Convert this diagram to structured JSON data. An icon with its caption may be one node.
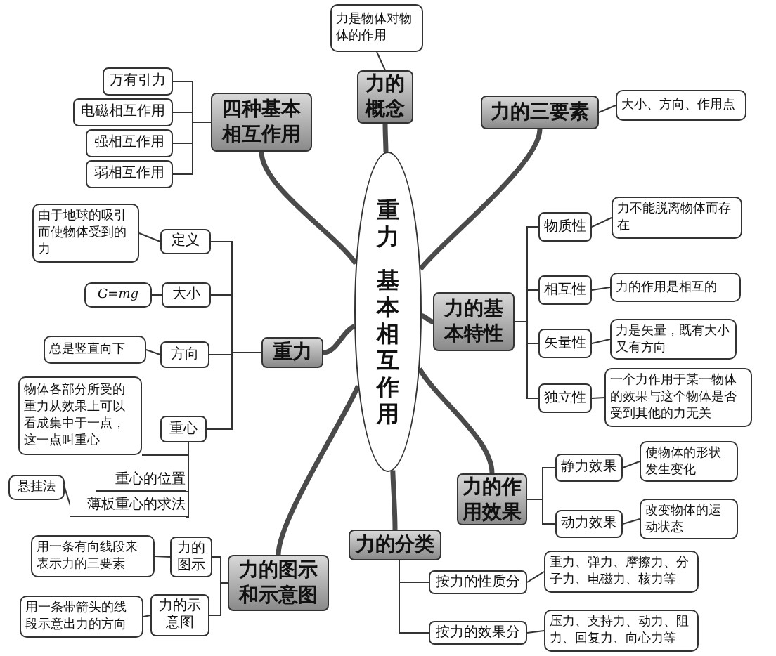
{
  "diagram": {
    "nodes": [
      {
        "text": [
          "重力",
          "基本相互作用"
        ]
      },
      {
        "text": [
          "力是物体对物体的作用"
        ]
      },
      {
        "text": [
          "力的概念"
        ]
      },
      {
        "text": [
          "四种基本相互作用"
        ]
      },
      {
        "text": [
          "万有引力"
        ]
      },
      {
        "text": [
          "电磁相互作用"
        ]
      },
      {
        "text": [
          "强相互作用"
        ]
      },
      {
        "text": [
          "弱相互作用"
        ]
      },
      {
        "text": [
          "力的三要素"
        ]
      },
      {
        "text": [
          "大小、方向、作用点"
        ]
      },
      {
        "text": [
          "定义"
        ]
      },
      {
        "text": [
          "由于地球的吸引而使物体受到的力"
        ]
      },
      {
        "text": [
          "大小"
        ]
      },
      {
        "text": [
          "G=mg"
        ]
      },
      {
        "text": [
          "方向"
        ]
      },
      {
        "text": [
          "总是竖直向下"
        ]
      },
      {
        "text": [
          "重力"
        ]
      },
      {
        "text": [
          "重心"
        ]
      },
      {
        "text": [
          "物体各部分所受的重力从效果上可以看成集中于一点，这一点叫重心"
        ]
      },
      {
        "text": [
          "重心的位置"
        ]
      },
      {
        "text": [
          "薄板重心的求法"
        ]
      },
      {
        "text": [
          "悬挂法"
        ]
      },
      {
        "text": [
          "力的基本特性"
        ]
      },
      {
        "text": [
          "物质性"
        ]
      },
      {
        "text": [
          "力不能脱离物体而存在"
        ]
      },
      {
        "text": [
          "相互性"
        ]
      },
      {
        "text": [
          "力的作用是相互的"
        ]
      },
      {
        "text": [
          "矢量性"
        ]
      },
      {
        "text": [
          "力是矢量，既有大小又有方向"
        ]
      },
      {
        "text": [
          "独立性"
        ]
      },
      {
        "text": [
          "一个力作用于某一物体的效果与这个物体是否受到其他的力无关"
        ]
      },
      {
        "text": [
          "力的作用效果"
        ]
      },
      {
        "text": [
          "静力效果"
        ]
      },
      {
        "text": [
          "使物体的形状发生变化"
        ]
      },
      {
        "text": [
          "动力效果"
        ]
      },
      {
        "text": [
          "改变物体的运动状态"
        ]
      },
      {
        "text": [
          "力的分类"
        ]
      },
      {
        "text": [
          "按力的性质分"
        ]
      },
      {
        "text": [
          "重力、弹力、摩擦力、分子力、电磁力、核力等"
        ]
      },
      {
        "text": [
          "按力的效果分"
        ]
      },
      {
        "text": [
          "压力、支持力、动力、阻力、回复力、向心力等"
        ]
      },
      {
        "text": [
          "力的图示和示意图"
        ]
      },
      {
        "text": [
          "力的图示"
        ]
      },
      {
        "text": [
          "用一条有向线段来表示力的三要素"
        ]
      },
      {
        "text": [
          "力的示意图"
        ]
      },
      {
        "text": [
          "用一条带箭头的线段示意出力的方向"
        ]
      }
    ],
    "edges": [
      {
        "from": 0,
        "to": 2,
        "arrow": "none",
        "style": "thick"
      },
      {
        "from": 2,
        "to": 1,
        "arrow": "none"
      },
      {
        "from": 0,
        "to": 3,
        "arrow": "none",
        "style": "thick"
      },
      {
        "from": 3,
        "to": 4,
        "arrow": "none"
      },
      {
        "from": 3,
        "to": 5,
        "arrow": "none"
      },
      {
        "from": 3,
        "to": 6,
        "arrow": "none"
      },
      {
        "from": 3,
        "to": 7,
        "arrow": "none"
      },
      {
        "from": 0,
        "to": 8,
        "arrow": "none",
        "style": "thick"
      },
      {
        "from": 8,
        "to": 9,
        "arrow": "none"
      },
      {
        "from": 0,
        "to": 16,
        "arrow": "none",
        "style": "thick"
      },
      {
        "from": 16,
        "to": 10,
        "arrow": "none"
      },
      {
        "from": 10,
        "to": 11,
        "arrow": "none"
      },
      {
        "from": 16,
        "to": 12,
        "arrow": "none"
      },
      {
        "from": 12,
        "to": 13,
        "arrow": "none"
      },
      {
        "from": 16,
        "to": 14,
        "arrow": "none"
      },
      {
        "from": 14,
        "to": 15,
        "arrow": "none"
      },
      {
        "from": 16,
        "to": 17,
        "arrow": "none"
      },
      {
        "from": 17,
        "to": 18,
        "arrow": "none"
      },
      {
        "from": 17,
        "to": 19,
        "arrow": "none"
      },
      {
        "from": 17,
        "to": 20,
        "arrow": "none"
      },
      {
        "from": 20,
        "to": 21,
        "arrow": "none"
      },
      {
        "from": 0,
        "to": 22,
        "arrow": "none",
        "style": "thick"
      },
      {
        "from": 22,
        "to": 23,
        "arrow": "none"
      },
      {
        "from": 23,
        "to": 24,
        "arrow": "none"
      },
      {
        "from": 22,
        "to": 25,
        "arrow": "none"
      },
      {
        "from": 25,
        "to": 26,
        "arrow": "none"
      },
      {
        "from": 22,
        "to": 27,
        "arrow": "none"
      },
      {
        "from": 27,
        "to": 28,
        "arrow": "none"
      },
      {
        "from": 22,
        "to": 29,
        "arrow": "none"
      },
      {
        "from": 29,
        "to": 30,
        "arrow": "none"
      },
      {
        "from": 0,
        "to": 31,
        "arrow": "none",
        "style": "thick"
      },
      {
        "from": 31,
        "to": 32,
        "arrow": "none"
      },
      {
        "from": 32,
        "to": 33,
        "arrow": "none"
      },
      {
        "from": 31,
        "to": 34,
        "arrow": "none"
      },
      {
        "from": 34,
        "to": 35,
        "arrow": "none"
      },
      {
        "from": 0,
        "to": 36,
        "arrow": "none",
        "style": "thick"
      },
      {
        "from": 36,
        "to": 37,
        "arrow": "none"
      },
      {
        "from": 37,
        "to": 38,
        "arrow": "none"
      },
      {
        "from": 36,
        "to": 39,
        "arrow": "none"
      },
      {
        "from": 39,
        "to": 40,
        "arrow": "none"
      },
      {
        "from": 0,
        "to": 41,
        "arrow": "none",
        "style": "thick"
      },
      {
        "from": 41,
        "to": 42,
        "arrow": "none"
      },
      {
        "from": 42,
        "to": 43,
        "arrow": "none"
      },
      {
        "from": 41,
        "to": 44,
        "arrow": "none"
      },
      {
        "from": 44,
        "to": 45,
        "arrow": "none"
      }
    ]
  }
}
